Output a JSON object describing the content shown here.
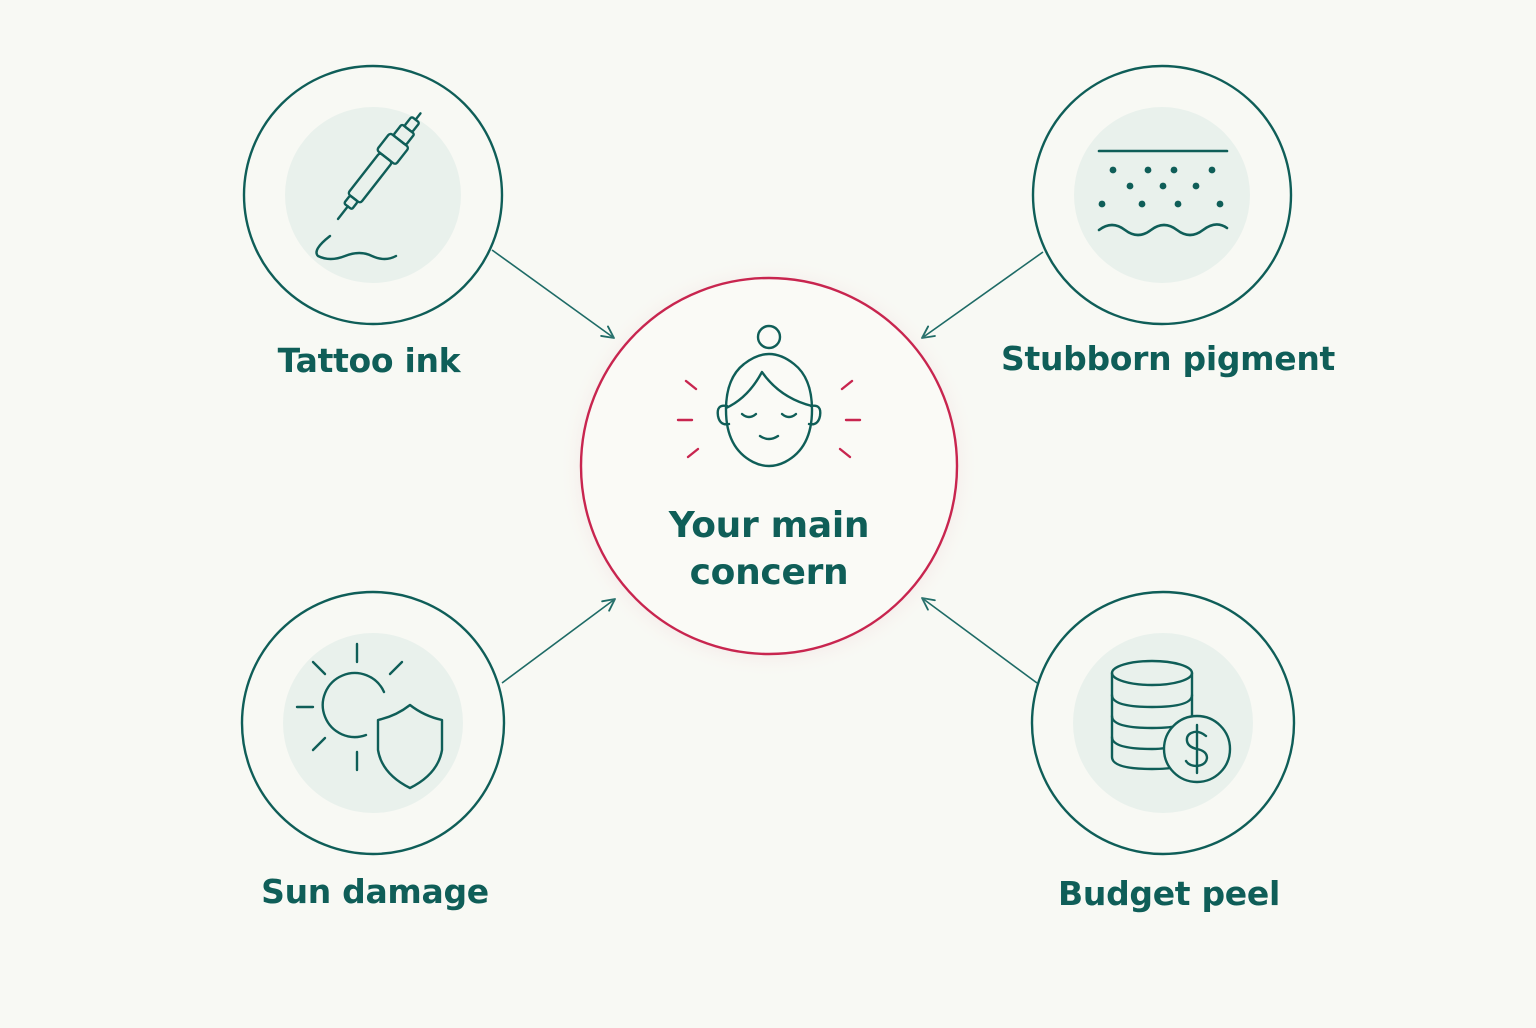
{
  "center": {
    "label_line1": "Your main",
    "label_line2": "concern",
    "icon": "face-icon"
  },
  "nodes": [
    {
      "id": "tattoo",
      "label": "Tattoo ink",
      "icon": "tattoo-machine-icon"
    },
    {
      "id": "pigment",
      "label": "Stubborn pigment",
      "icon": "pigment-dots-icon"
    },
    {
      "id": "sun",
      "label": "Sun damage",
      "icon": "sun-shield-icon"
    },
    {
      "id": "budget",
      "label": "Budget peel",
      "icon": "coins-dollar-icon"
    }
  ],
  "colors": {
    "background": "#f8f9f4",
    "teal": "#0f5e58",
    "accent": "#c8254f",
    "icon_fill": "#e9f1ec"
  }
}
